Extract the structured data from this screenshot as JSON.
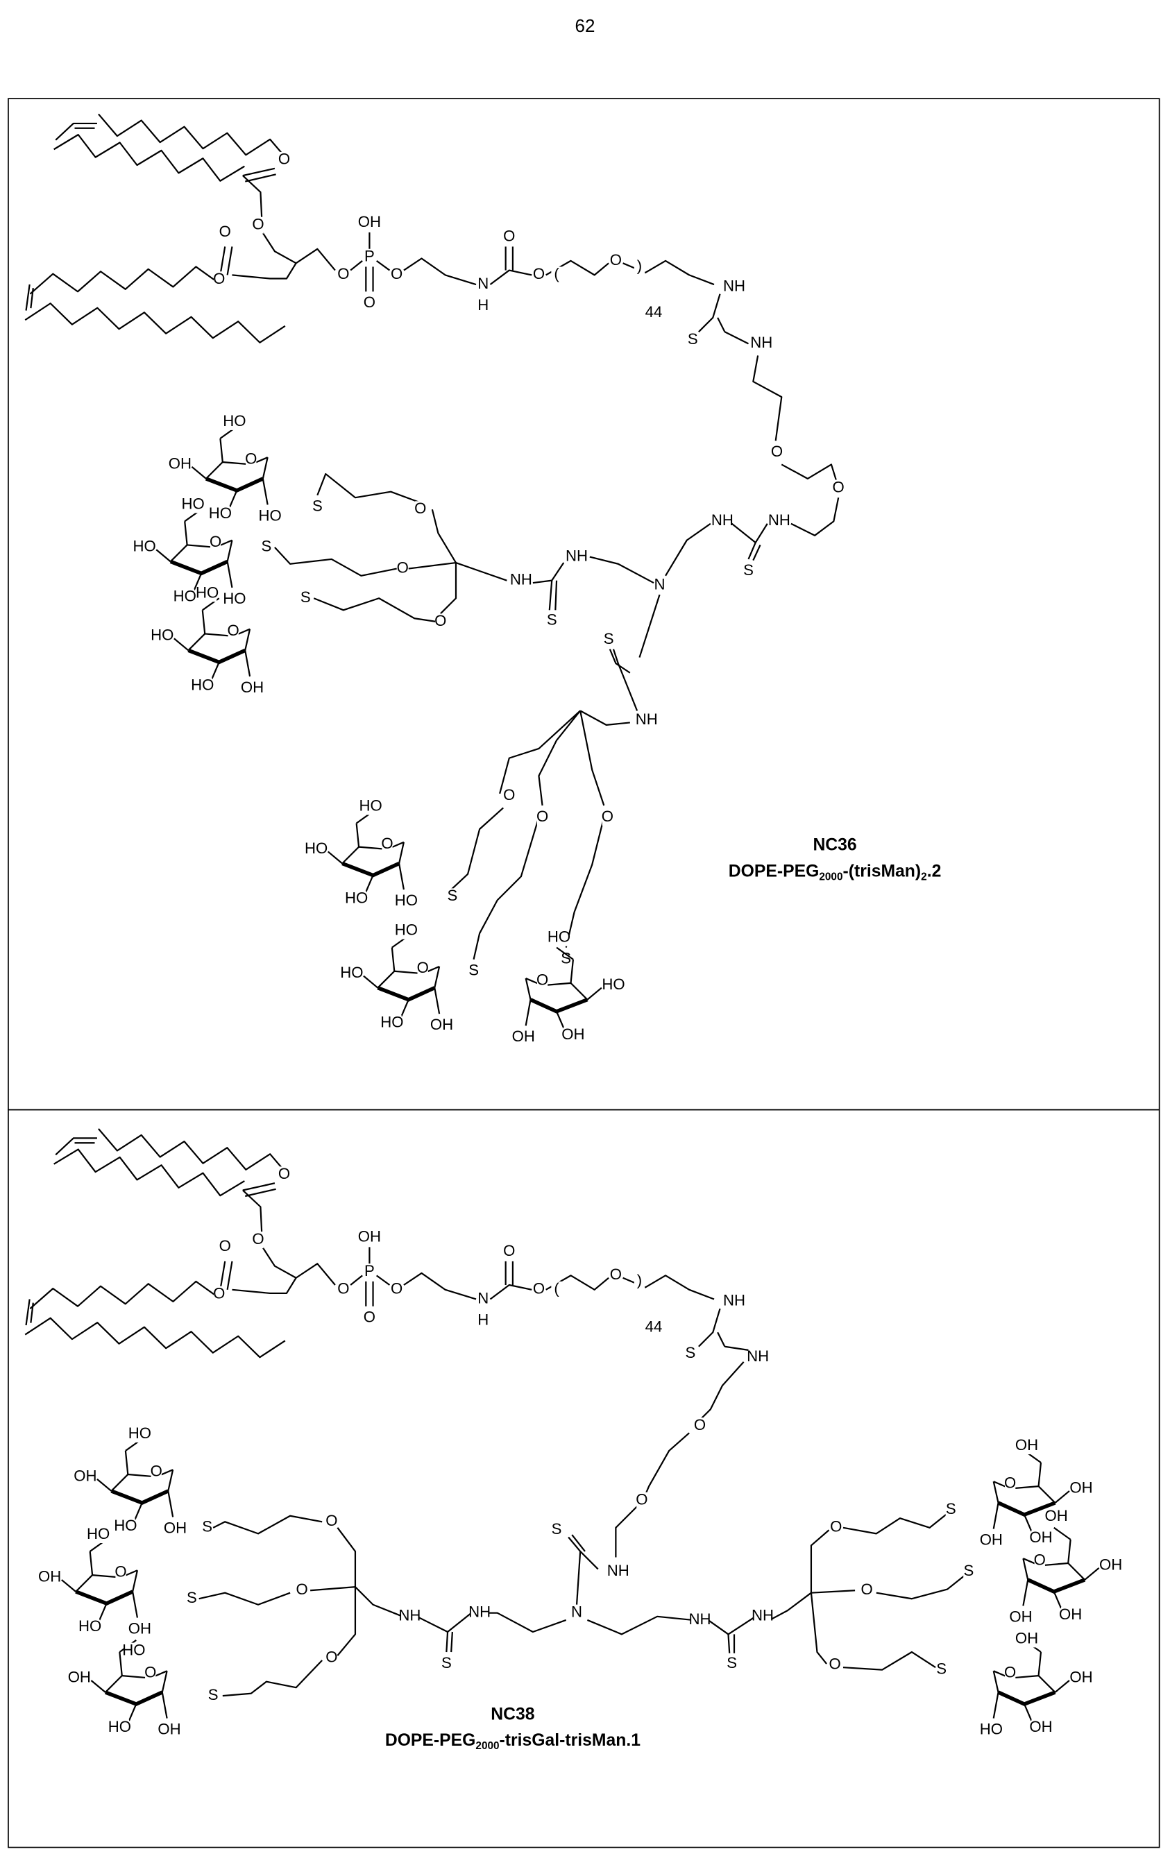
{
  "page_number": "62",
  "structures": [
    {
      "id": "NC36",
      "name_prefix": "DOPE-PEG",
      "name_sub": "2000",
      "name_mid": "-(trisMan)",
      "name_sub2": "2",
      "name_suffix": ".2",
      "peg_repeat": "44",
      "atoms": [
        "O",
        "O",
        "O",
        "O",
        "O",
        "P",
        "OH",
        "O",
        "O",
        "N",
        "H",
        "O",
        "O",
        "(",
        "O",
        ")",
        "NH",
        "S",
        "NH",
        "O",
        "O",
        "NH",
        "NH",
        "S",
        "N",
        "NH",
        "NH",
        "S",
        "O",
        "O",
        "O",
        "S",
        "S",
        "S",
        "S",
        "NH",
        "O",
        "O",
        "O",
        "S",
        "S",
        "S"
      ],
      "rings": [
        {
          "labels": [
            "HO",
            "OH",
            "HO",
            "HO",
            "O"
          ]
        },
        {
          "labels": [
            "HO",
            "HO",
            "HO",
            "HO",
            "O"
          ]
        },
        {
          "labels": [
            "HO",
            "HO",
            "HO",
            "OH",
            "O"
          ]
        },
        {
          "labels": [
            "HO",
            "HO",
            "HO",
            "HO",
            "O"
          ]
        },
        {
          "labels": [
            "HO",
            "HO",
            "HO",
            "OH",
            "O"
          ]
        },
        {
          "labels": [
            "HO",
            "HO",
            "OH",
            "OH",
            "O"
          ]
        }
      ]
    },
    {
      "id": "NC38",
      "name_prefix": "DOPE-PEG",
      "name_sub": "2000",
      "name_rest": "-trisGal-trisMan.1",
      "peg_repeat": "44",
      "atoms": [
        "O",
        "O",
        "O",
        "O",
        "O",
        "P",
        "OH",
        "O",
        "O",
        "N",
        "H",
        "O",
        "O",
        "(",
        "O",
        ")",
        "NH",
        "S",
        "NH",
        "O",
        "O",
        "NH",
        "S",
        "N",
        "NH",
        "NH",
        "S",
        "NH",
        "NH",
        "S",
        "O",
        "O",
        "O",
        "S",
        "S",
        "S",
        "O",
        "O",
        "O",
        "S",
        "S",
        "S"
      ],
      "rings": [
        {
          "labels": [
            "HO",
            "OH",
            "HO",
            "OH",
            "O"
          ]
        },
        {
          "labels": [
            "HO",
            "OH",
            "HO",
            "OH",
            "O"
          ]
        },
        {
          "labels": [
            "HO",
            "OH",
            "HO",
            "OH",
            "O"
          ]
        },
        {
          "labels": [
            "OH",
            "OH",
            "OH",
            "OH",
            "O"
          ]
        },
        {
          "labels": [
            "OH",
            "OH",
            "OH",
            "OH",
            "O"
          ]
        },
        {
          "labels": [
            "OH",
            "OH",
            "OH",
            "HO",
            "O"
          ]
        }
      ]
    }
  ]
}
